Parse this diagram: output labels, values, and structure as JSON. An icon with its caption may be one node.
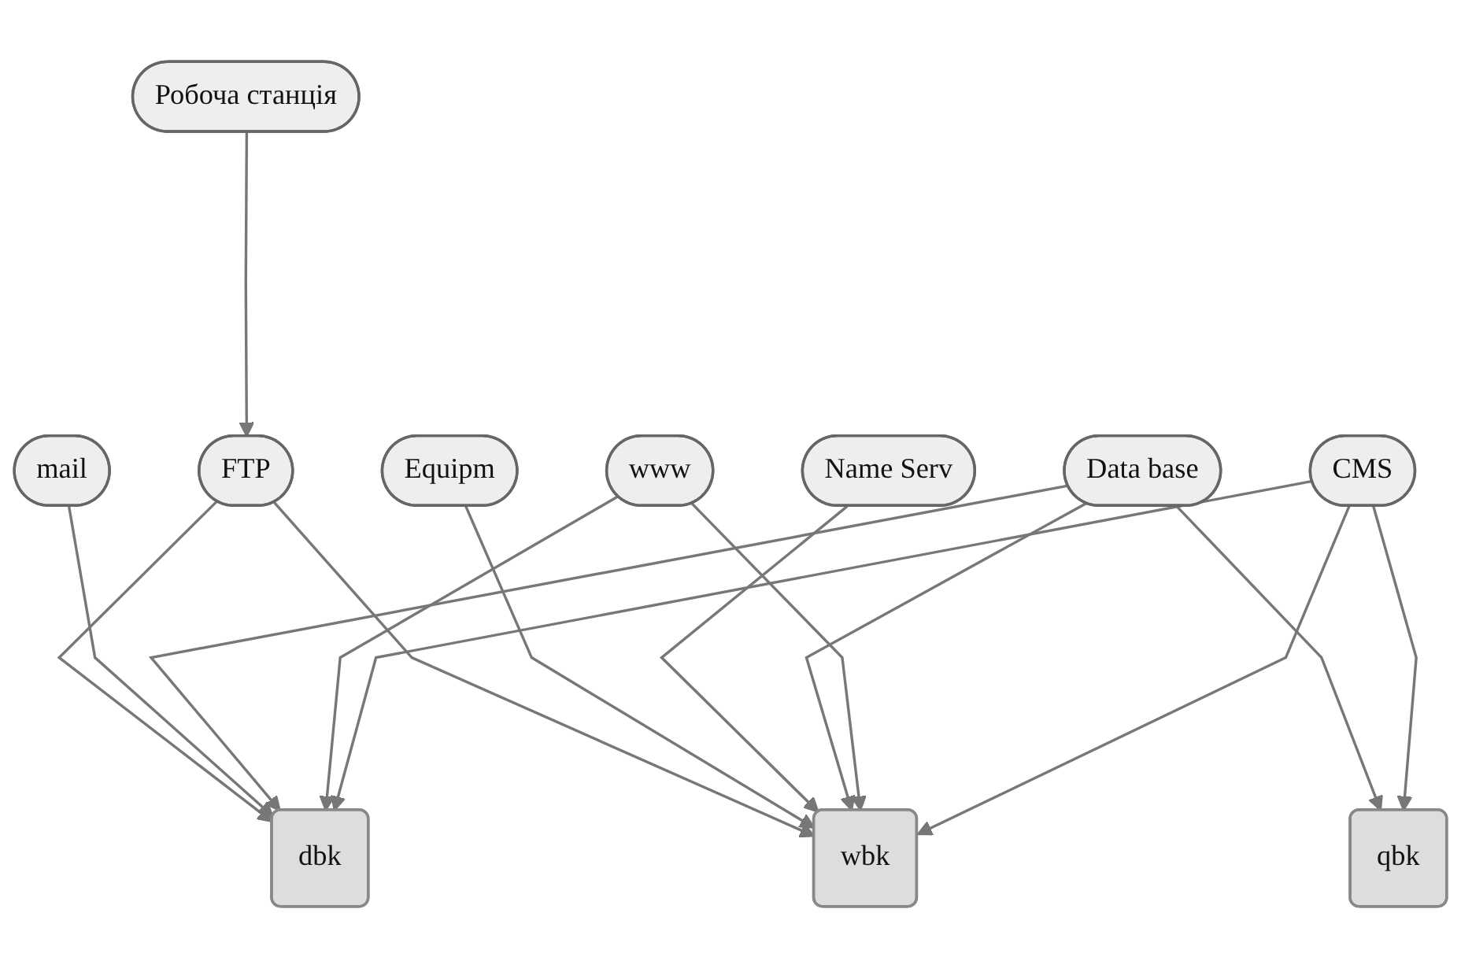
{
  "diagram": {
    "nodes": [
      {
        "text": [
          "Робоча станція"
        ]
      },
      {
        "text": [
          "FTP"
        ]
      },
      {
        "text": [
          "mail"
        ]
      },
      {
        "text": [
          "Equipm"
        ]
      },
      {
        "text": [
          "Name Serv"
        ]
      },
      {
        "text": [
          "Data base"
        ]
      },
      {
        "text": [
          "dbk"
        ]
      },
      {
        "text": [
          "wbk"
        ]
      },
      {
        "text": [
          "qbk"
        ]
      },
      {
        "text": [
          "www"
        ]
      },
      {
        "text": [
          "CMS"
        ]
      }
    ],
    "edges": [
      {
        "from": 0,
        "to": 1,
        "arrow": "to"
      },
      {
        "from": 1,
        "to": 6,
        "arrow": "to"
      },
      {
        "from": 1,
        "to": 7,
        "arrow": "to"
      },
      {
        "from": 2,
        "to": 6,
        "arrow": "to"
      },
      {
        "from": 3,
        "to": 7,
        "arrow": "to"
      },
      {
        "from": 4,
        "to": 7,
        "arrow": "to"
      },
      {
        "from": 5,
        "to": 6,
        "arrow": "to"
      },
      {
        "from": 5,
        "to": 7,
        "arrow": "to"
      },
      {
        "from": 5,
        "to": 8,
        "arrow": "to"
      },
      {
        "from": 9,
        "to": 6,
        "arrow": "to"
      },
      {
        "from": 9,
        "to": 7,
        "arrow": "to"
      },
      {
        "from": 10,
        "to": 6,
        "arrow": "to"
      },
      {
        "from": 10,
        "to": 7,
        "arrow": "to"
      },
      {
        "from": 10,
        "to": 8,
        "arrow": "to"
      }
    ]
  }
}
